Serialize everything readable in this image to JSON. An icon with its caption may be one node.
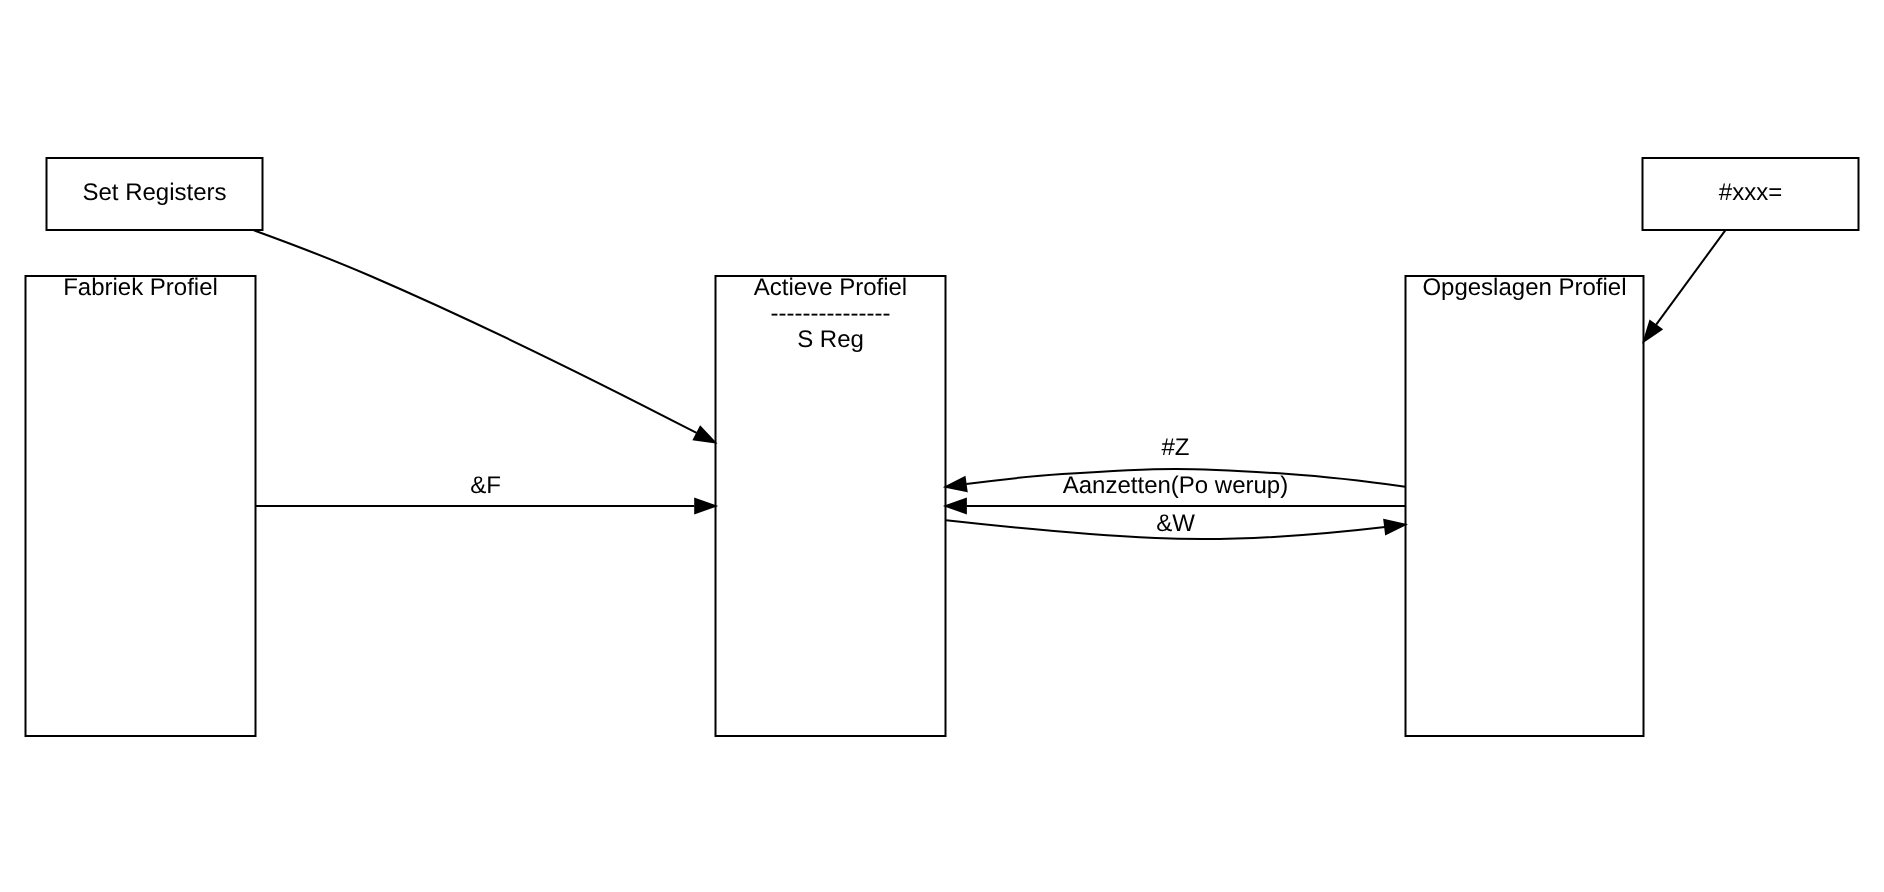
{
  "diagram": {
    "nodes": [
      {
        "text": [
          "Set Registers"
        ]
      },
      {
        "text": [
          "#xxx="
        ]
      },
      {
        "text": [
          "Fabriek Profiel"
        ]
      },
      {
        "text": [
          "Actieve Profiel",
          "---------------",
          "S Reg"
        ]
      },
      {
        "text": [
          "Opgeslagen Profiel"
        ]
      }
    ],
    "edges": [
      {
        "from": 0,
        "to": 3,
        "arrow": "to"
      },
      {
        "from": 1,
        "to": 4,
        "arrow": "to"
      },
      {
        "from": 2,
        "to": 3,
        "arrow": "to",
        "label": "&F"
      },
      {
        "from": 4,
        "to": 3,
        "arrow": "to",
        "label": "Aanzetten(Po werup)"
      },
      {
        "from": 4,
        "to": 3,
        "arrow": "to",
        "label": "#Z"
      },
      {
        "from": 3,
        "to": 4,
        "arrow": "to",
        "label": "&W"
      }
    ]
  }
}
